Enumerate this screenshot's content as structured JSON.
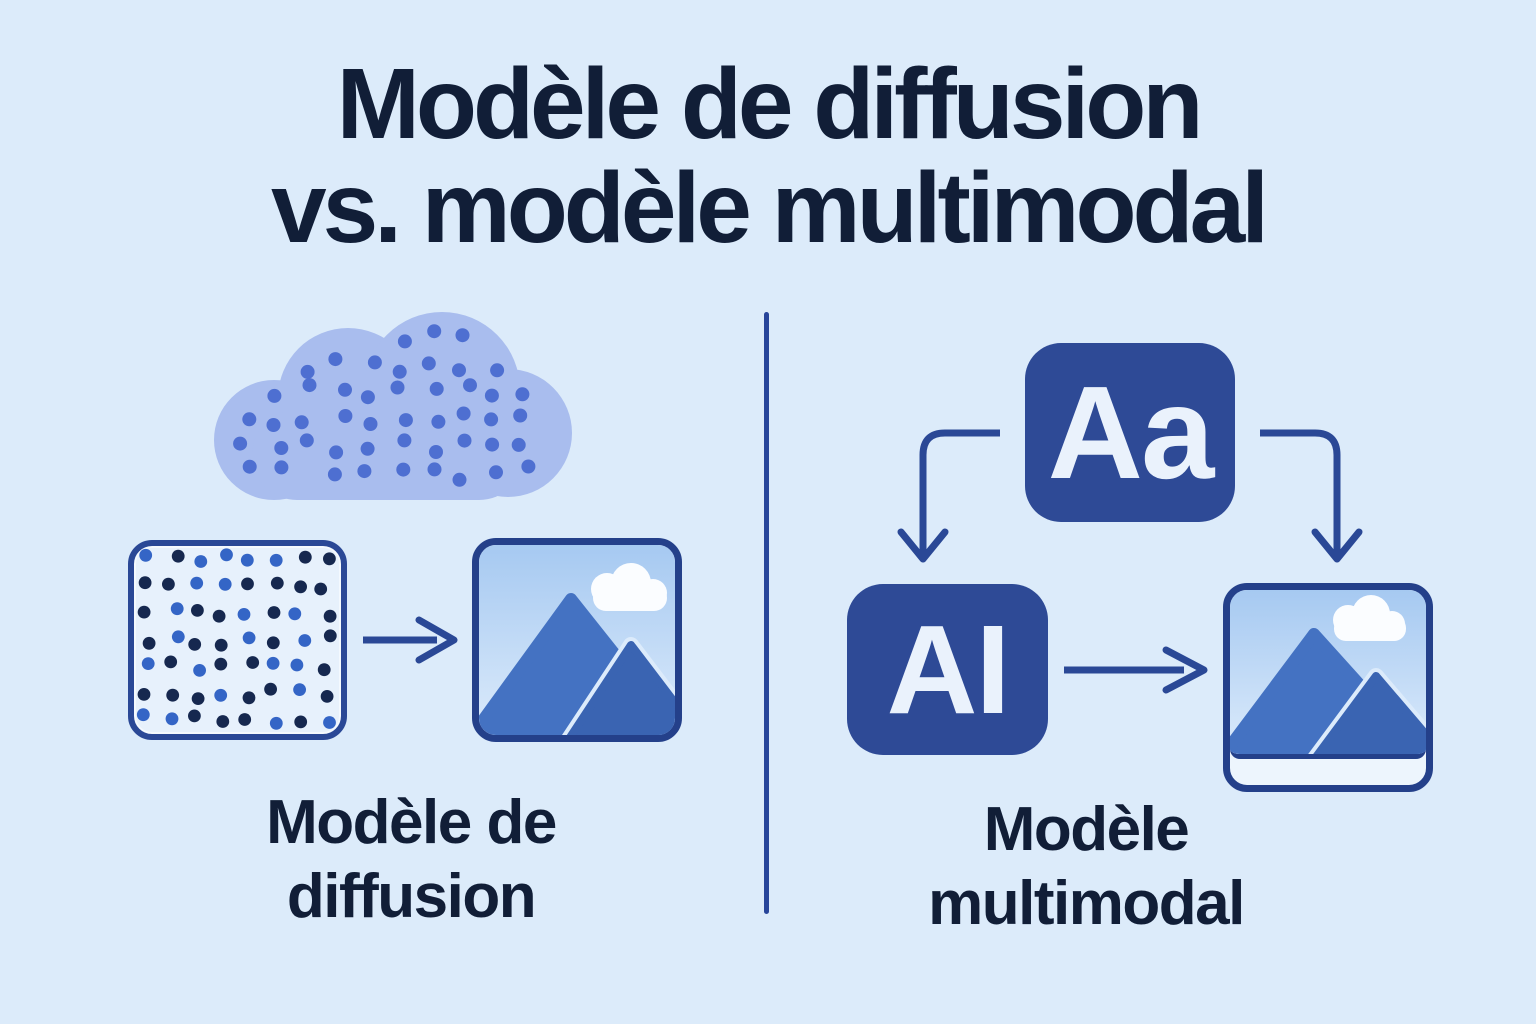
{
  "title": {
    "line1": "Modèle de diffusion",
    "line2": "vs. modèle multimodal"
  },
  "left_panel": {
    "caption_line1": "Modèle de",
    "caption_line2": "diffusion"
  },
  "right_panel": {
    "text_box_label": "Aa",
    "ai_box_label": "AI",
    "caption_line1": "Modèle",
    "caption_line2": "multimodal"
  },
  "palette": {
    "background": "#dcebfa",
    "ink": "#111e37",
    "deep_blue": "#2e4a96",
    "arrow_blue": "#2a4896",
    "divider_blue": "#27459a",
    "icon_border": "#24408a",
    "box_letter": "#eaf2fc",
    "cloud_fill": "#a9bdee",
    "cloud_dot": "#4e6fd1",
    "noise_bg": "#e7f1fc",
    "noise_dot_navy": "#16284f",
    "noise_dot_blue": "#3465c6",
    "sky_top": "#a6c9f1",
    "sky_bottom": "#dcebfb",
    "mountain_front": "#4472c2",
    "mountain_back": "#3a64b2",
    "picture_cloud": "#fbfdff",
    "picture_strip": "#edf5fd"
  }
}
